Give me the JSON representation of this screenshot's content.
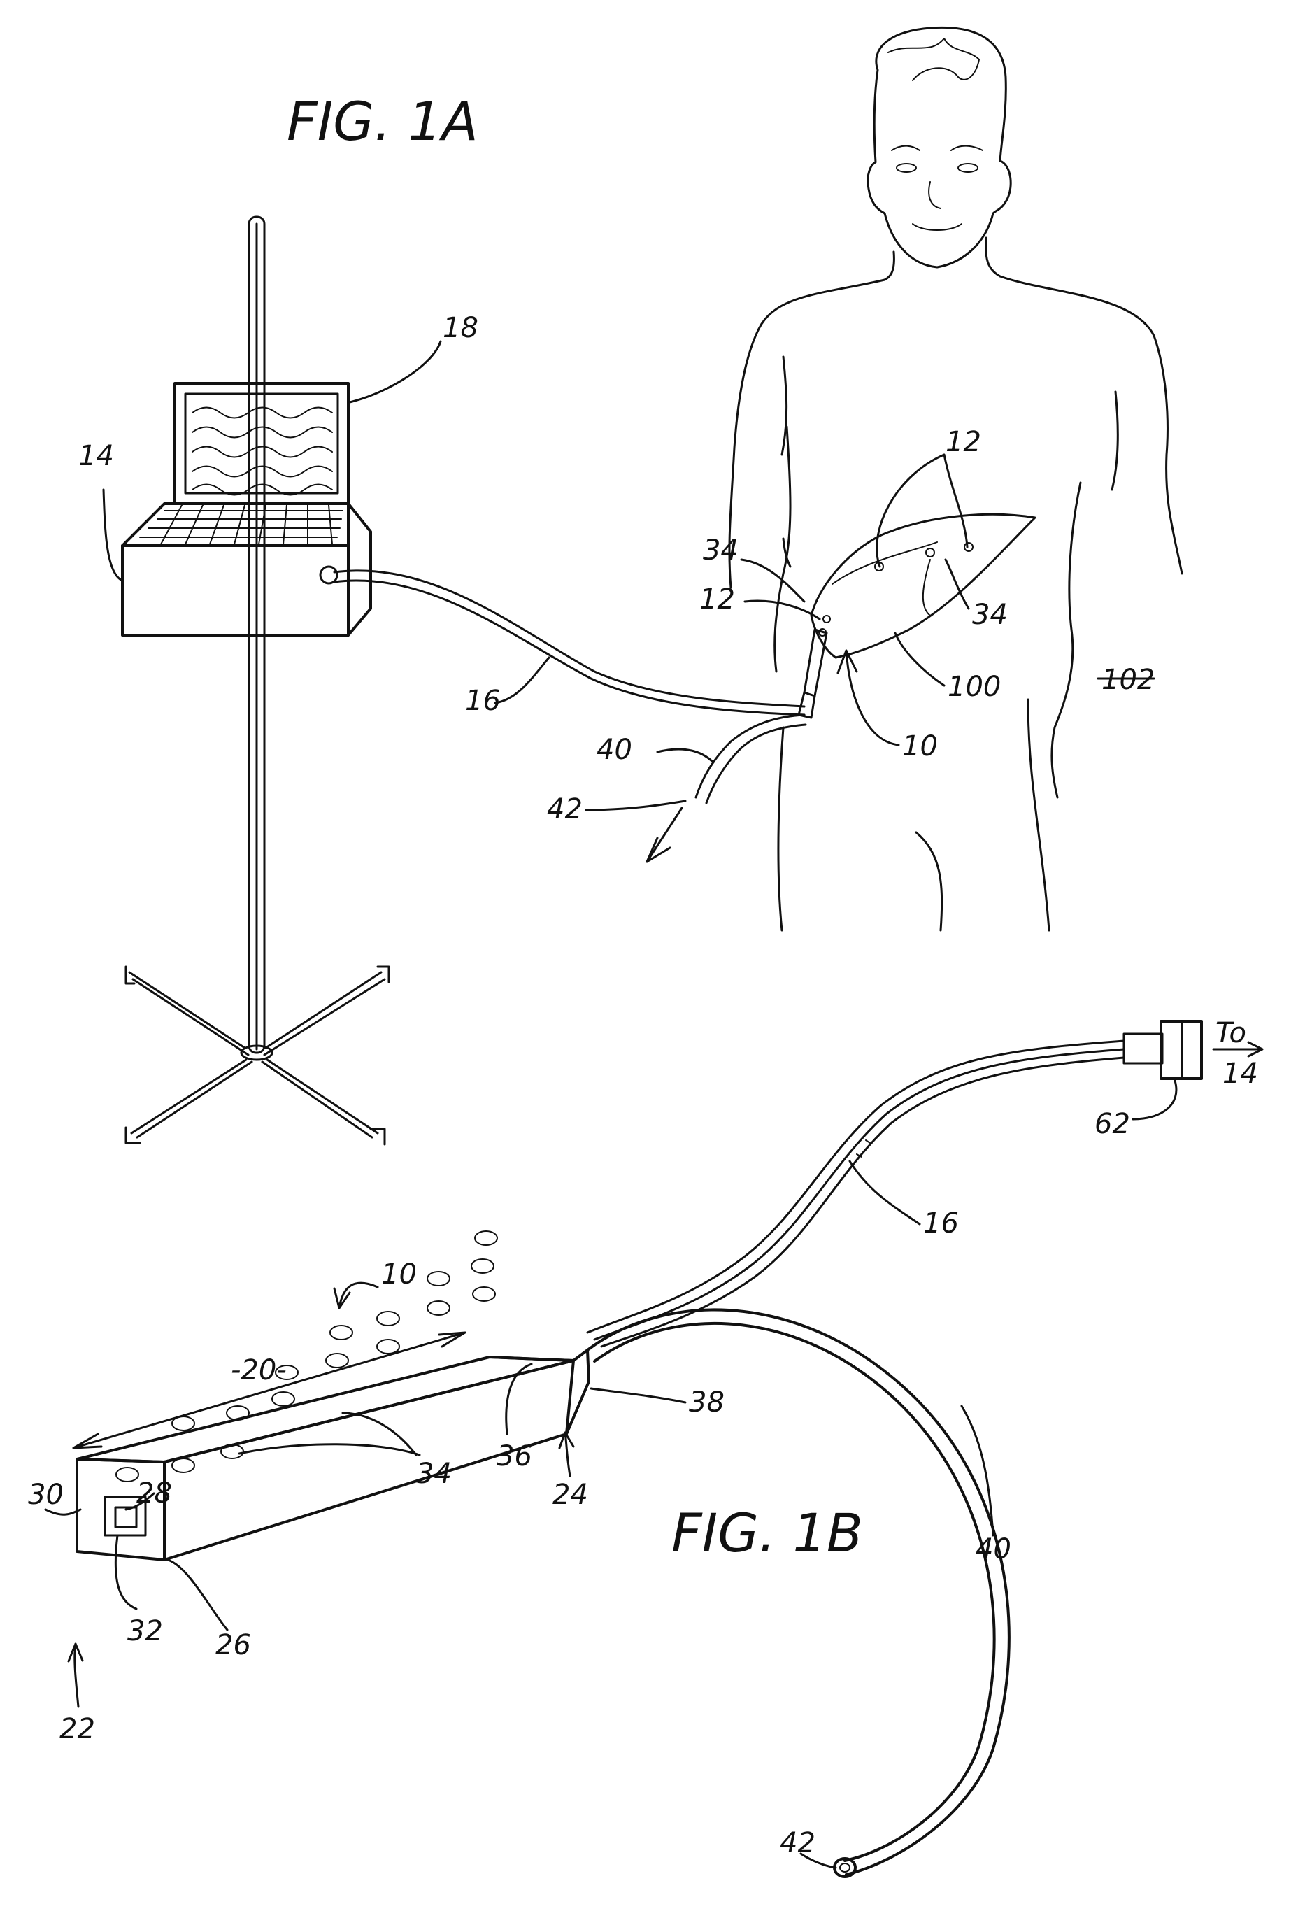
{
  "figures": {
    "fig_1a": "FIG. 1A",
    "fig_1b": "FIG. 1B"
  },
  "labels": {
    "l18": "18",
    "l14": "14",
    "l16a": "16",
    "l40a": "40",
    "l42a": "42",
    "l12a": "12",
    "l12b": "12",
    "l34a": "34",
    "l34b": "34",
    "l100": "100",
    "l102": "102",
    "l10a": "10",
    "to": "To",
    "to14": "14",
    "l62": "62",
    "l16b": "16",
    "l10b": "10",
    "l20": "-20-",
    "l38": "38",
    "l36": "36",
    "l24": "24",
    "l34c": "34",
    "l40b": "40",
    "l30": "30",
    "l28": "28",
    "l32": "32",
    "l26": "26",
    "l22": "22",
    "l42b": "42"
  }
}
